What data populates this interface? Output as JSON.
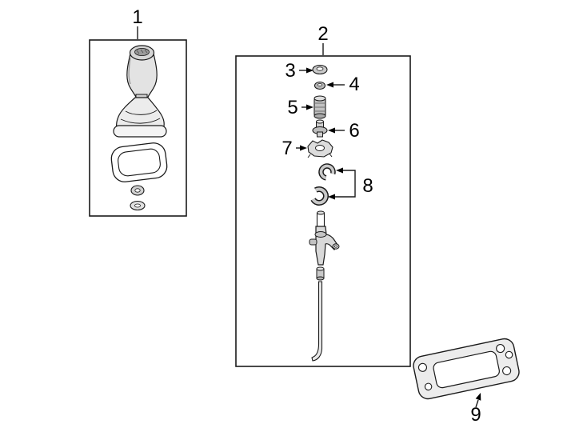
{
  "diagram": {
    "background_color": "#ffffff",
    "line_color": "#1a1a1a",
    "callouts": [
      "1",
      "2",
      "3",
      "4",
      "5",
      "6",
      "7",
      "8",
      "9"
    ]
  }
}
